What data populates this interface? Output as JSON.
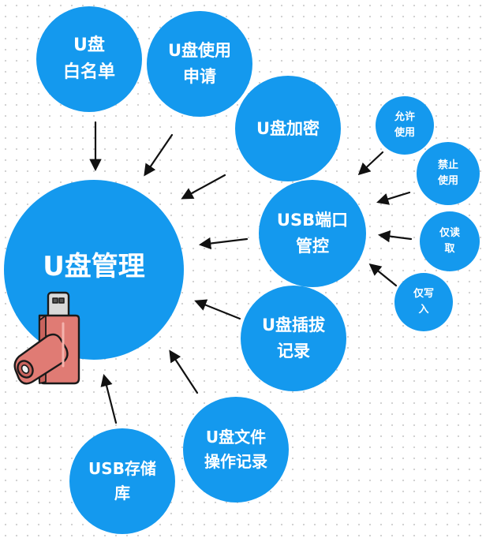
{
  "center": {
    "lines": [
      "U盘管理"
    ]
  },
  "nodes": {
    "whitelist": {
      "lines": [
        "U盘",
        "白名单"
      ]
    },
    "usage_request": {
      "lines": [
        "U盘使用",
        "申请"
      ]
    },
    "encryption": {
      "lines": [
        "U盘加密"
      ]
    },
    "port_control": {
      "lines": [
        "USB端口",
        "管控"
      ]
    },
    "plug_record": {
      "lines": [
        "U盘插拔",
        "记录"
      ]
    },
    "file_record": {
      "lines": [
        "U盘文件",
        "操作记录"
      ]
    },
    "storage_library": {
      "lines": [
        "USB存储",
        "库"
      ]
    }
  },
  "port_modes": {
    "allow": {
      "lines": [
        "允许",
        "使用"
      ]
    },
    "forbid": {
      "lines": [
        "禁止",
        "使用"
      ]
    },
    "read_only": {
      "lines": [
        "仅读",
        "取"
      ]
    },
    "write_only": {
      "lines": [
        "仅写",
        "入"
      ]
    }
  },
  "colors": {
    "node_fill": "#1499ee",
    "arrow": "#111111",
    "usb_body": "#e07b74"
  },
  "icons": {
    "usb": "usb-flash-drive-icon"
  }
}
